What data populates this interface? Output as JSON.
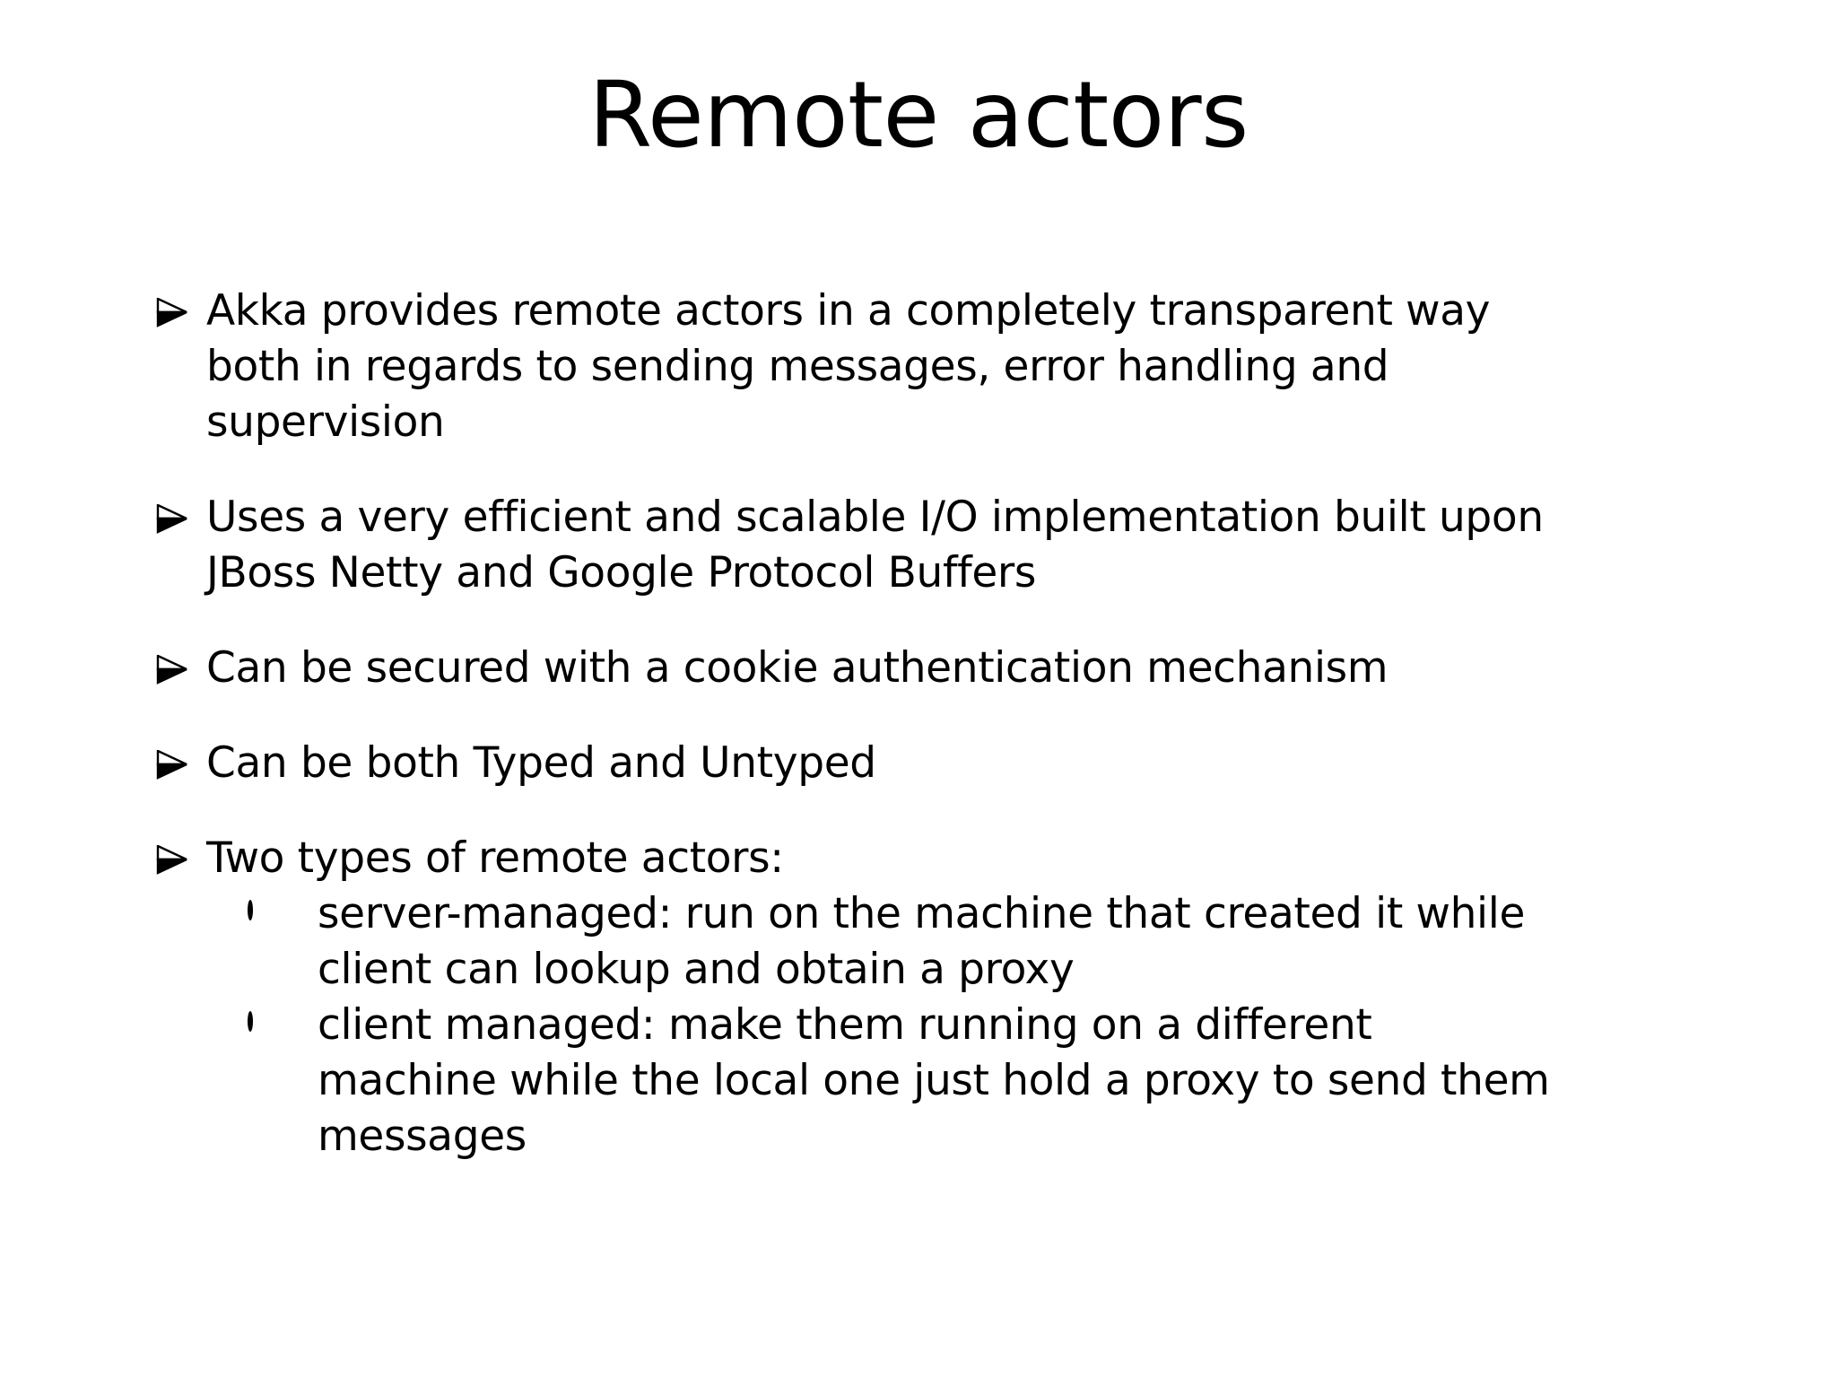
{
  "slide": {
    "title": "Remote actors",
    "background_color": "#FFFFFF",
    "text_color": "#000000",
    "bullet_marker_icon": "arrowhead-bullet-icon",
    "sub_bullet_marker_icon": "hollow-circle-bullet-icon",
    "bullets": [
      {
        "text": "Akka provides remote actors in a completely transparent way both in regards to sending messages, error handling and supervision",
        "sub_items": []
      },
      {
        "text": "Uses a very efficient and scalable I/O implementation built upon JBoss Netty and Google Protocol Buffers",
        "sub_items": []
      },
      {
        "text": "Can be secured with a cookie authentication mechanism",
        "sub_items": []
      },
      {
        "text": "Can be both Typed and Untyped",
        "sub_items": []
      },
      {
        "text": "Two types of remote actors:",
        "sub_items": [
          "server-managed: run on the machine that created it while client can lookup and obtain a proxy",
          "client managed: make them running on a different machine while the local one just hold a proxy to send them messages"
        ]
      }
    ]
  }
}
